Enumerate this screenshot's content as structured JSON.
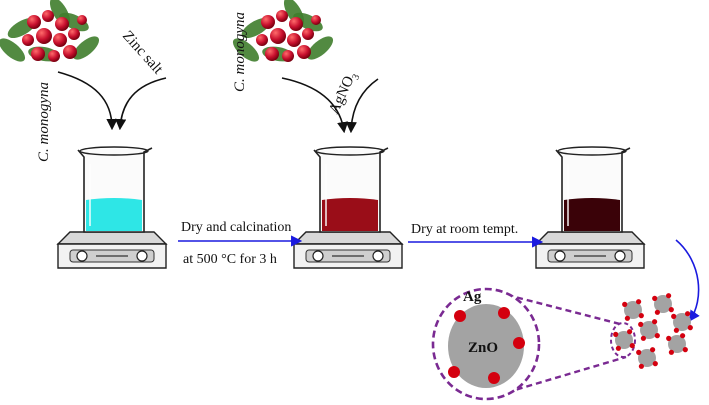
{
  "labels": {
    "plant_name": "C. monogyna",
    "zinc_salt": "Zinc salt",
    "silver_salt_base": "AgNO",
    "silver_salt_sub": "3",
    "step1_line1": "Dry and calcination",
    "step1_line2": "at 500 °C for 3 h",
    "step2": "Dry at room tempt.",
    "ag_label": "Ag",
    "zno_label": "ZnO"
  },
  "colors": {
    "beaker1_liquid": "#2ee6e6",
    "beaker2_liquid": "#9a0d18",
    "beaker3_liquid": "#3a0208",
    "arrow_blue": "#1a1adf",
    "dashed_purple": "#7a2a92",
    "particle_grey": "#a3a3a3",
    "ag_red": "#d4000f",
    "berry_red": "#c8102e",
    "leaf_green": "#3f7d2c"
  }
}
